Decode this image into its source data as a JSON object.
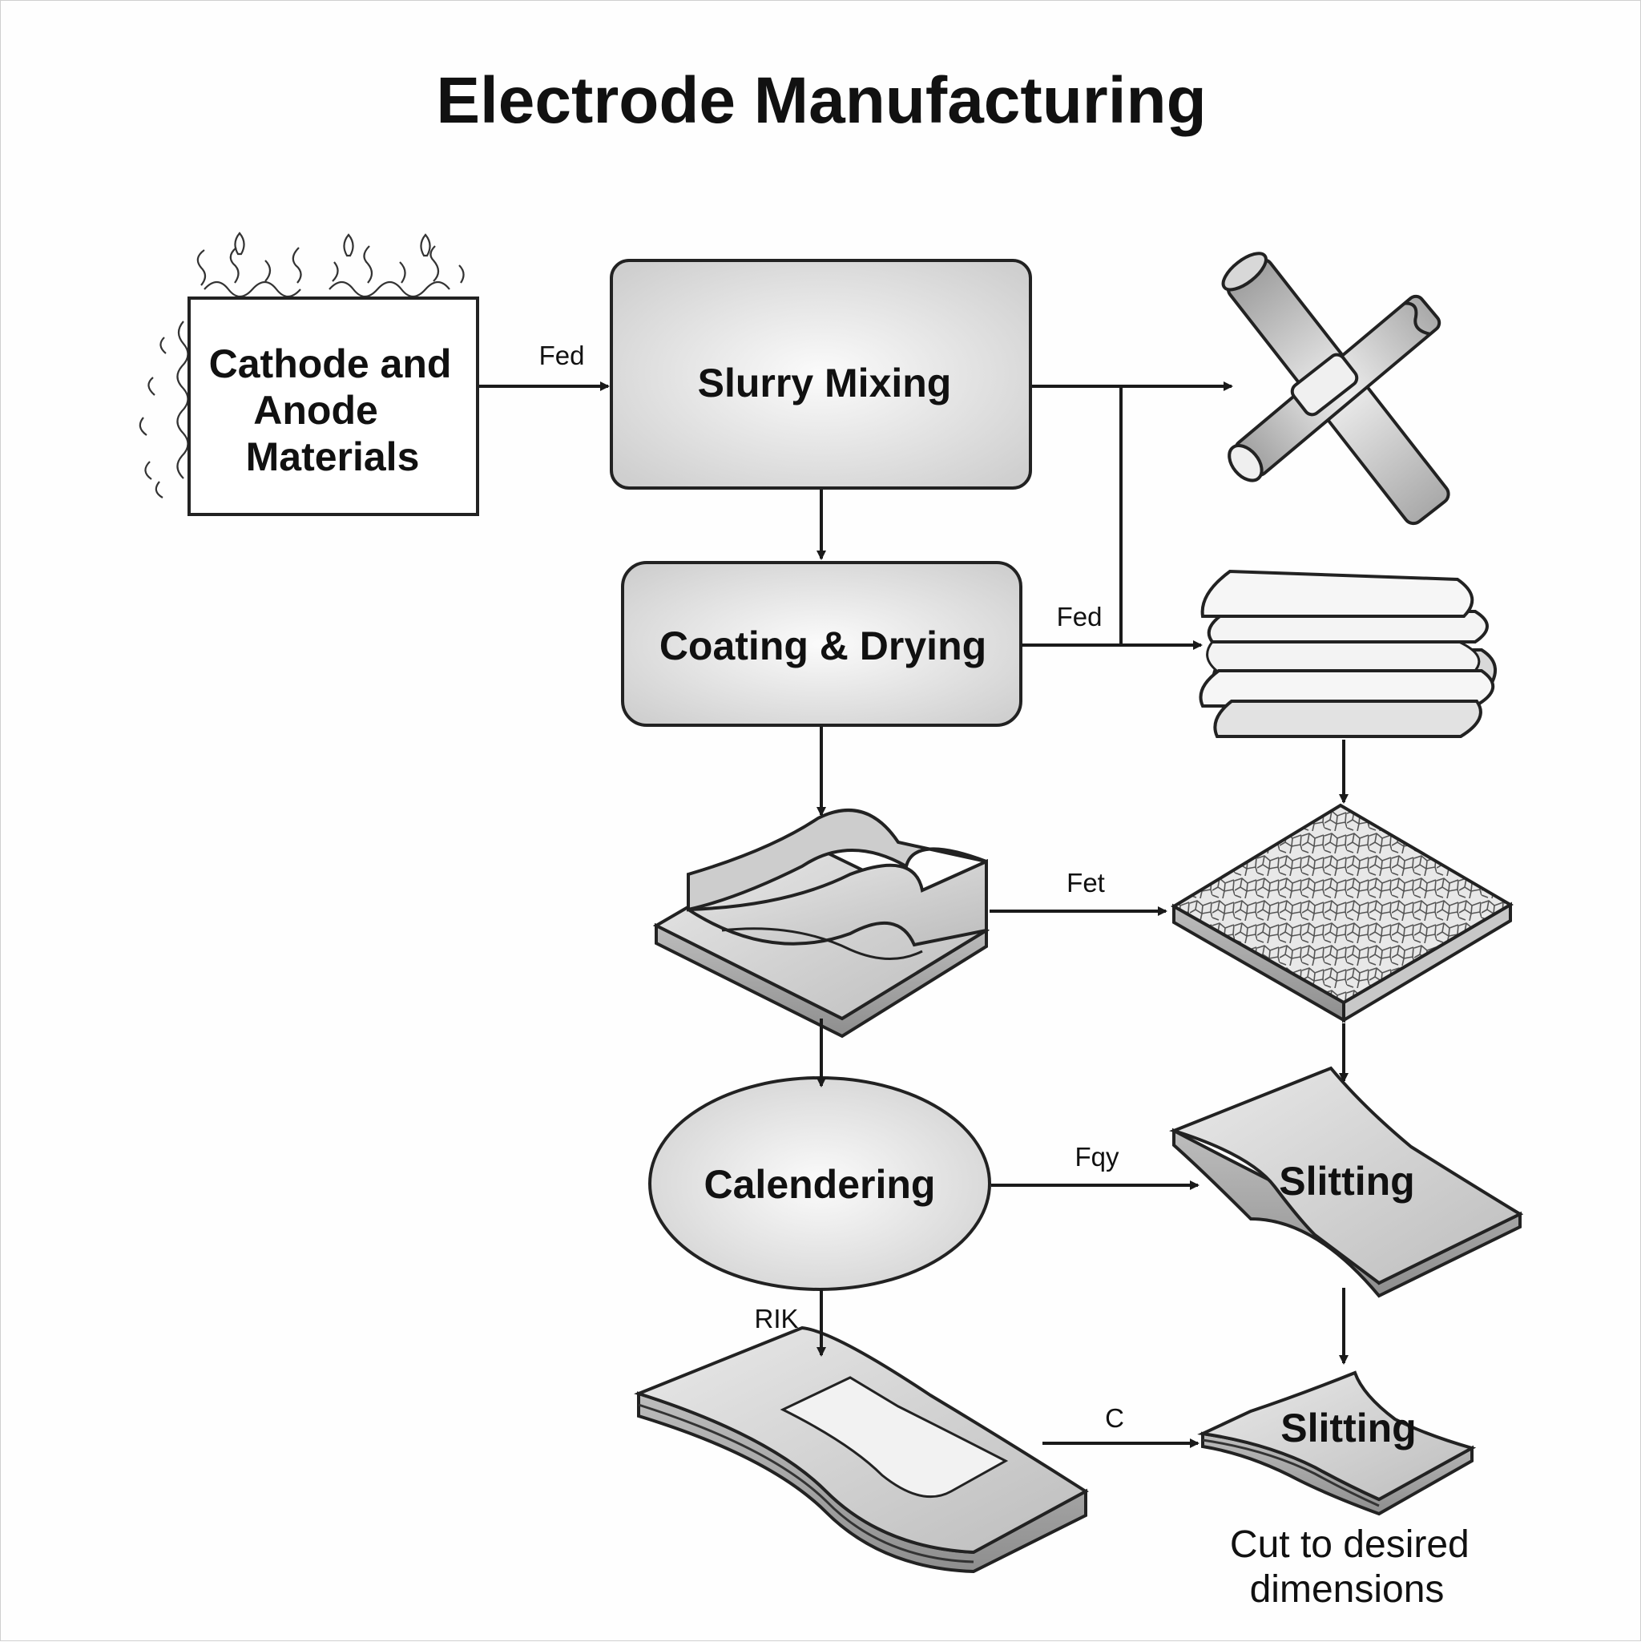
{
  "title": "Electrode Manufacturing",
  "nodes": {
    "materials": "Cathode and\nAnode\nMaterials",
    "slurry_mixing": "Slurry Mixing",
    "coating_drying": "Coating & Drying",
    "calendering": "Calendering",
    "slitting_1": "Slitting",
    "slitting_2": "Slitting"
  },
  "edge_labels": {
    "materials_to_mixing": "Fed",
    "coating_to_sheets": "Fed",
    "wave_to_textured": "Fet",
    "calendering_to_slitting": "Fqy",
    "calendering_down": "RIK",
    "laminate_to_slitting": "C"
  },
  "note": "Cut to desired\ndimensions",
  "icons": {
    "roller": "roller-icon",
    "sheet_stack": "sheet-stack-icon",
    "wave_slab": "wave-slab-icon",
    "textured_slab": "textured-slab-icon",
    "laminate": "laminate-sheet-icon"
  },
  "colors": {
    "fill_gray": "#d6d6d6",
    "fill_light": "#f4f4f4",
    "stroke": "#222222"
  }
}
